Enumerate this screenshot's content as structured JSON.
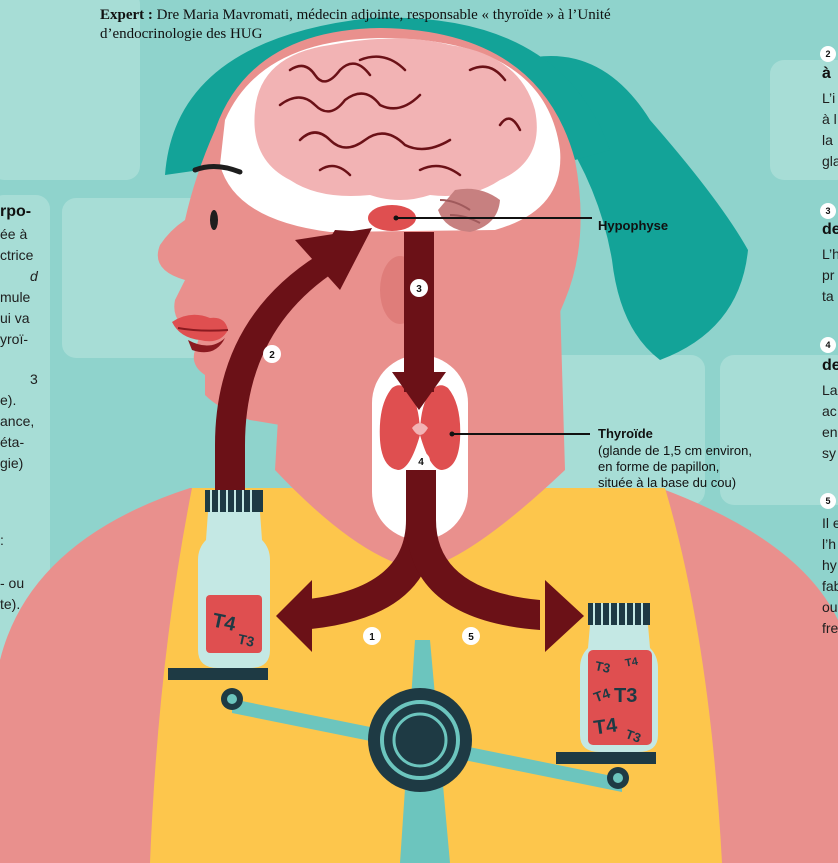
{
  "expert": {
    "label": "Expert",
    "text": "Dre Maria Mavromati, médecin adjointe, responsable « thyroïde » à l’Unité d’endocrinologie des HUG"
  },
  "labels": {
    "hypophyse": "Hypophyse",
    "thyroide": "Thyroïde",
    "thyroide_desc": [
      "(glande de 1,5 cm environ,",
      "en forme de papillon,",
      "située à la base du cou)"
    ]
  },
  "arrows": {
    "a1": "1",
    "a2": "2",
    "a3": "3",
    "a4": "4",
    "a5": "5"
  },
  "bottles": {
    "left": [
      "T4",
      "T3"
    ],
    "right": [
      "T3",
      "T4",
      "T4",
      "T3",
      "T4",
      "T3"
    ]
  },
  "left_column": [
    "rpo-",
    "ée à",
    "ctrice",
    "d",
    "mule",
    "ui va",
    "yroï-",
    "3",
    "e).",
    "ance,",
    "éta-",
    "gie)",
    ":",
    "- ou",
    "te)."
  ],
  "right_column": {
    "b2": {
      "num": "2",
      "heading": "à",
      "lines": [
        "L’i",
        "à l",
        "la",
        "gla"
      ]
    },
    "b3": {
      "num": "3",
      "heading": "de",
      "lines": [
        "L’h",
        "pr",
        "ta"
      ]
    },
    "b4": {
      "num": "4",
      "heading": "de",
      "lines": [
        "La",
        "ac",
        "en",
        "sy"
      ]
    },
    "b5": {
      "num": "5",
      "heading": "",
      "lines": [
        "Il e",
        "l’h",
        "hy",
        "fab",
        "ou",
        "fre"
      ]
    }
  },
  "colors": {
    "background": "#8fd3cc",
    "skin": "#e9908d",
    "hair": "#13a398",
    "shirt": "#fdc64c",
    "arrow": "#6b1117",
    "thyroid": "#df4f50",
    "brain": "#f2b3b4"
  }
}
